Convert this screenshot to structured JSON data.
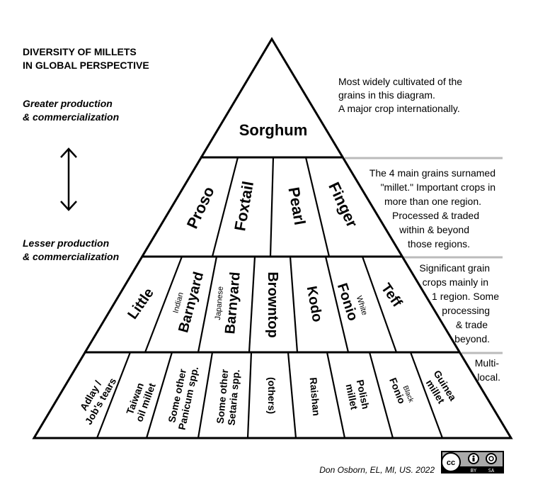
{
  "title": [
    "DIVERSITY OF MILLETS",
    "IN GLOBAL PERSPECTIVE"
  ],
  "axis": {
    "top": [
      "Greater production",
      "& commercialization"
    ],
    "bottom": [
      "Lesser production",
      "& commercialization"
    ]
  },
  "tiers": {
    "top": {
      "label": "Sorghum",
      "note": [
        "Most widely cultivated of the",
        "grains in this diagram.",
        "A major crop internationally."
      ]
    },
    "second": {
      "labels": [
        "Proso",
        "Foxtail",
        "Pearl",
        "Finger"
      ],
      "note": [
        "The 4 main grains surnamed",
        "\"millet.\" Important crops in",
        "more than one region.",
        "Processed & traded",
        "within & beyond",
        "those regions."
      ]
    },
    "third": {
      "labels": [
        "Little",
        "Barnyard",
        "Barnyard",
        "Browntop",
        "Kodo",
        "Fonio",
        "Teff"
      ],
      "qualifiers": [
        "Indian",
        "Japanese",
        "White"
      ],
      "note": [
        "Significant grain",
        "crops mainly in",
        "1 region. Some",
        "processing",
        "& trade",
        "beyond."
      ]
    },
    "bottom": {
      "labels": [
        [
          "Adlay /",
          "Job's tears"
        ],
        [
          "Taiwan",
          "oil millet"
        ],
        [
          "Some other",
          "Panicum spp."
        ],
        [
          "Some other",
          "Setaria spp."
        ],
        [
          "(others)"
        ],
        [
          "Raishan"
        ],
        [
          "Polish",
          "millet"
        ],
        [
          "Fonio"
        ],
        [
          "Guinea",
          "millet"
        ]
      ],
      "qualifiers": [
        "Black"
      ],
      "note": [
        "Multi-",
        "local."
      ]
    }
  },
  "credit": "Don Osborn, EL, MI, US. 2022",
  "license": {
    "cc": "cc",
    "by": "BY",
    "sa": "SA"
  }
}
